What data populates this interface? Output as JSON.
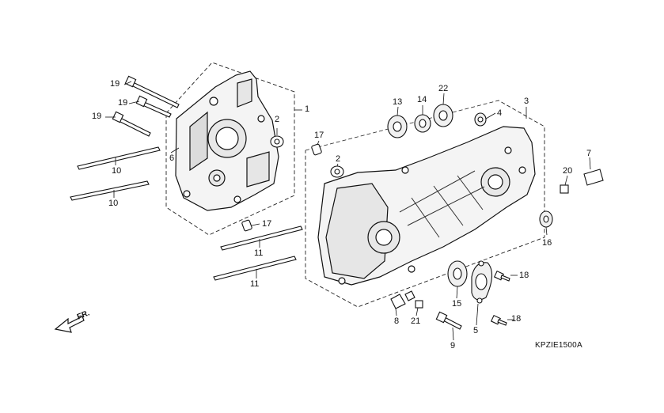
{
  "diagram": {
    "callouts": [
      "19",
      "19",
      "19",
      "10",
      "10",
      "6",
      "1",
      "2",
      "17",
      "17",
      "11",
      "11",
      "13",
      "14",
      "22",
      "4",
      "3",
      "2",
      "7",
      "20",
      "16",
      "18",
      "18",
      "15",
      "5",
      "8",
      "21",
      "9"
    ],
    "fr_label": "FR.",
    "ref_code": "KPZIE1500A"
  }
}
